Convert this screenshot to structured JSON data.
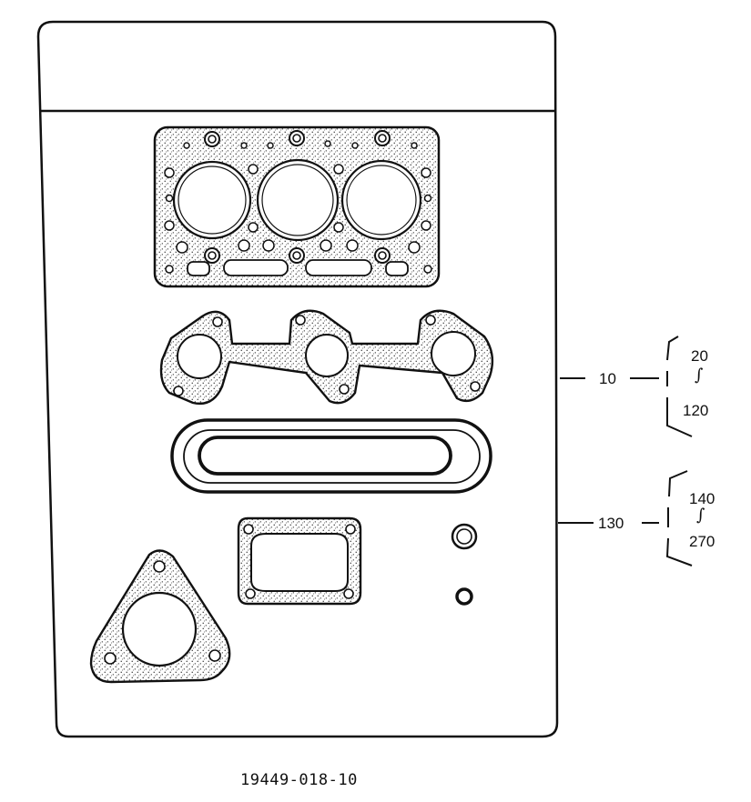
{
  "callouts": {
    "kit_a": {
      "ref": "10",
      "range_start": "20",
      "range_sep": "∫",
      "range_end": "120"
    },
    "kit_b": {
      "ref": "130",
      "range_start": "140",
      "range_sep": "∫",
      "range_end": "270"
    }
  },
  "footer": {
    "part_number": "19449-018-10"
  },
  "colors": {
    "ink": "#111111",
    "stipple": "#d9d9d9",
    "paper": "#ffffff"
  }
}
